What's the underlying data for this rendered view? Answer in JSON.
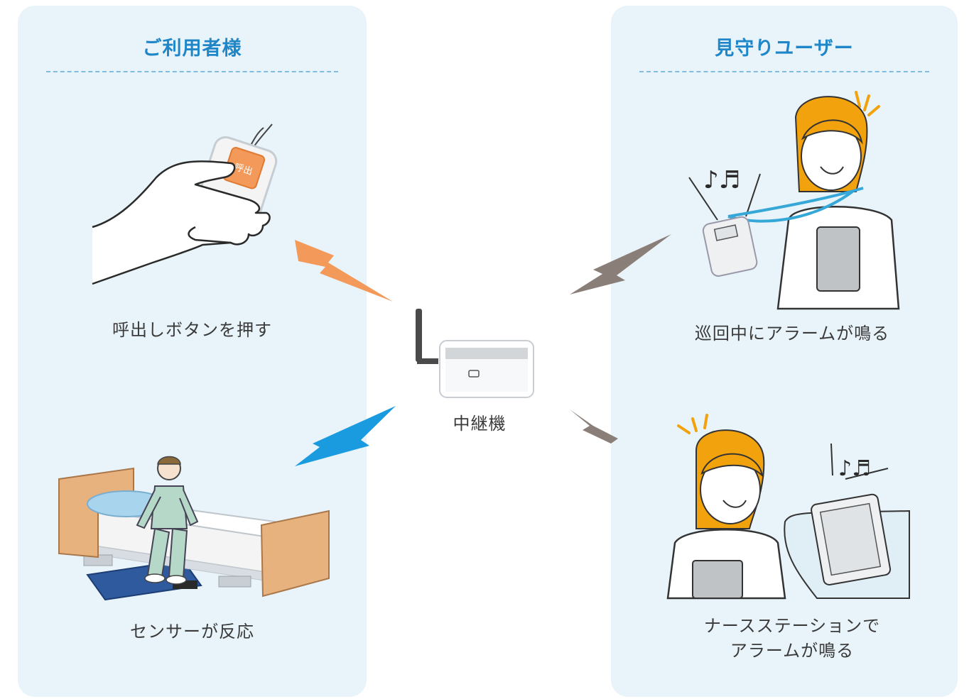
{
  "left_panel": {
    "title": "ご利用者様",
    "caption_call": "呼出しボタンを押す",
    "caption_sensor": "センサーが反応",
    "button_label": "呼出"
  },
  "center": {
    "caption": "中継機"
  },
  "right_panel": {
    "title": "見守りユーザー",
    "caption_patrol": "巡回中にアラームが鳴る",
    "caption_station_line1": "ナースステーションで",
    "caption_station_line2": "アラームが鳴る"
  },
  "colors": {
    "panel_bg": "#e9f4fa",
    "title_blue": "#1f86c7",
    "bolt_orange": "#f39a5b",
    "bolt_blue": "#1a9be0",
    "bolt_gray": "#8a7f78",
    "hair_orange": "#f2a20c",
    "uniform_teal": "#b6d8c8",
    "bed_wood": "#e8b27e",
    "mat_navy": "#2f5a9e"
  }
}
